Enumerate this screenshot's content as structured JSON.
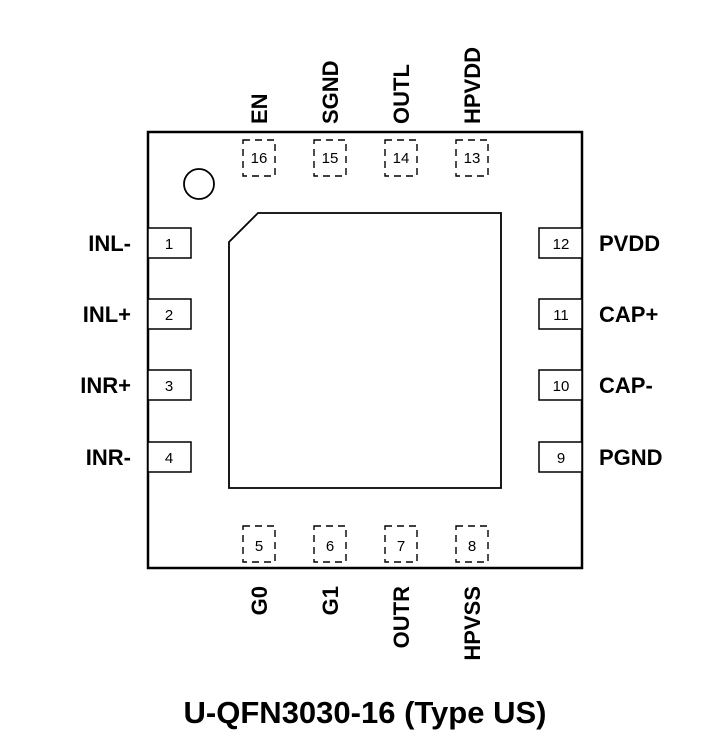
{
  "package": {
    "caption": "U-QFN3030-16 (Type US)"
  },
  "pins": {
    "left": [
      {
        "number": "1",
        "label": "INL-"
      },
      {
        "number": "2",
        "label": "INL+"
      },
      {
        "number": "3",
        "label": "INR+"
      },
      {
        "number": "4",
        "label": "INR-"
      }
    ],
    "bottom": [
      {
        "number": "5",
        "label": "G0"
      },
      {
        "number": "6",
        "label": "G1"
      },
      {
        "number": "7",
        "label": "OUTR"
      },
      {
        "number": "8",
        "label": "HPVSS"
      }
    ],
    "right": [
      {
        "number": "9",
        "label": "PGND"
      },
      {
        "number": "10",
        "label": "CAP-"
      },
      {
        "number": "11",
        "label": "CAP+"
      },
      {
        "number": "12",
        "label": "PVDD"
      }
    ],
    "top": [
      {
        "number": "13",
        "label": "HPVDD"
      },
      {
        "number": "14",
        "label": "OUTL"
      },
      {
        "number": "15",
        "label": "SGND"
      },
      {
        "number": "16",
        "label": "EN"
      }
    ]
  }
}
